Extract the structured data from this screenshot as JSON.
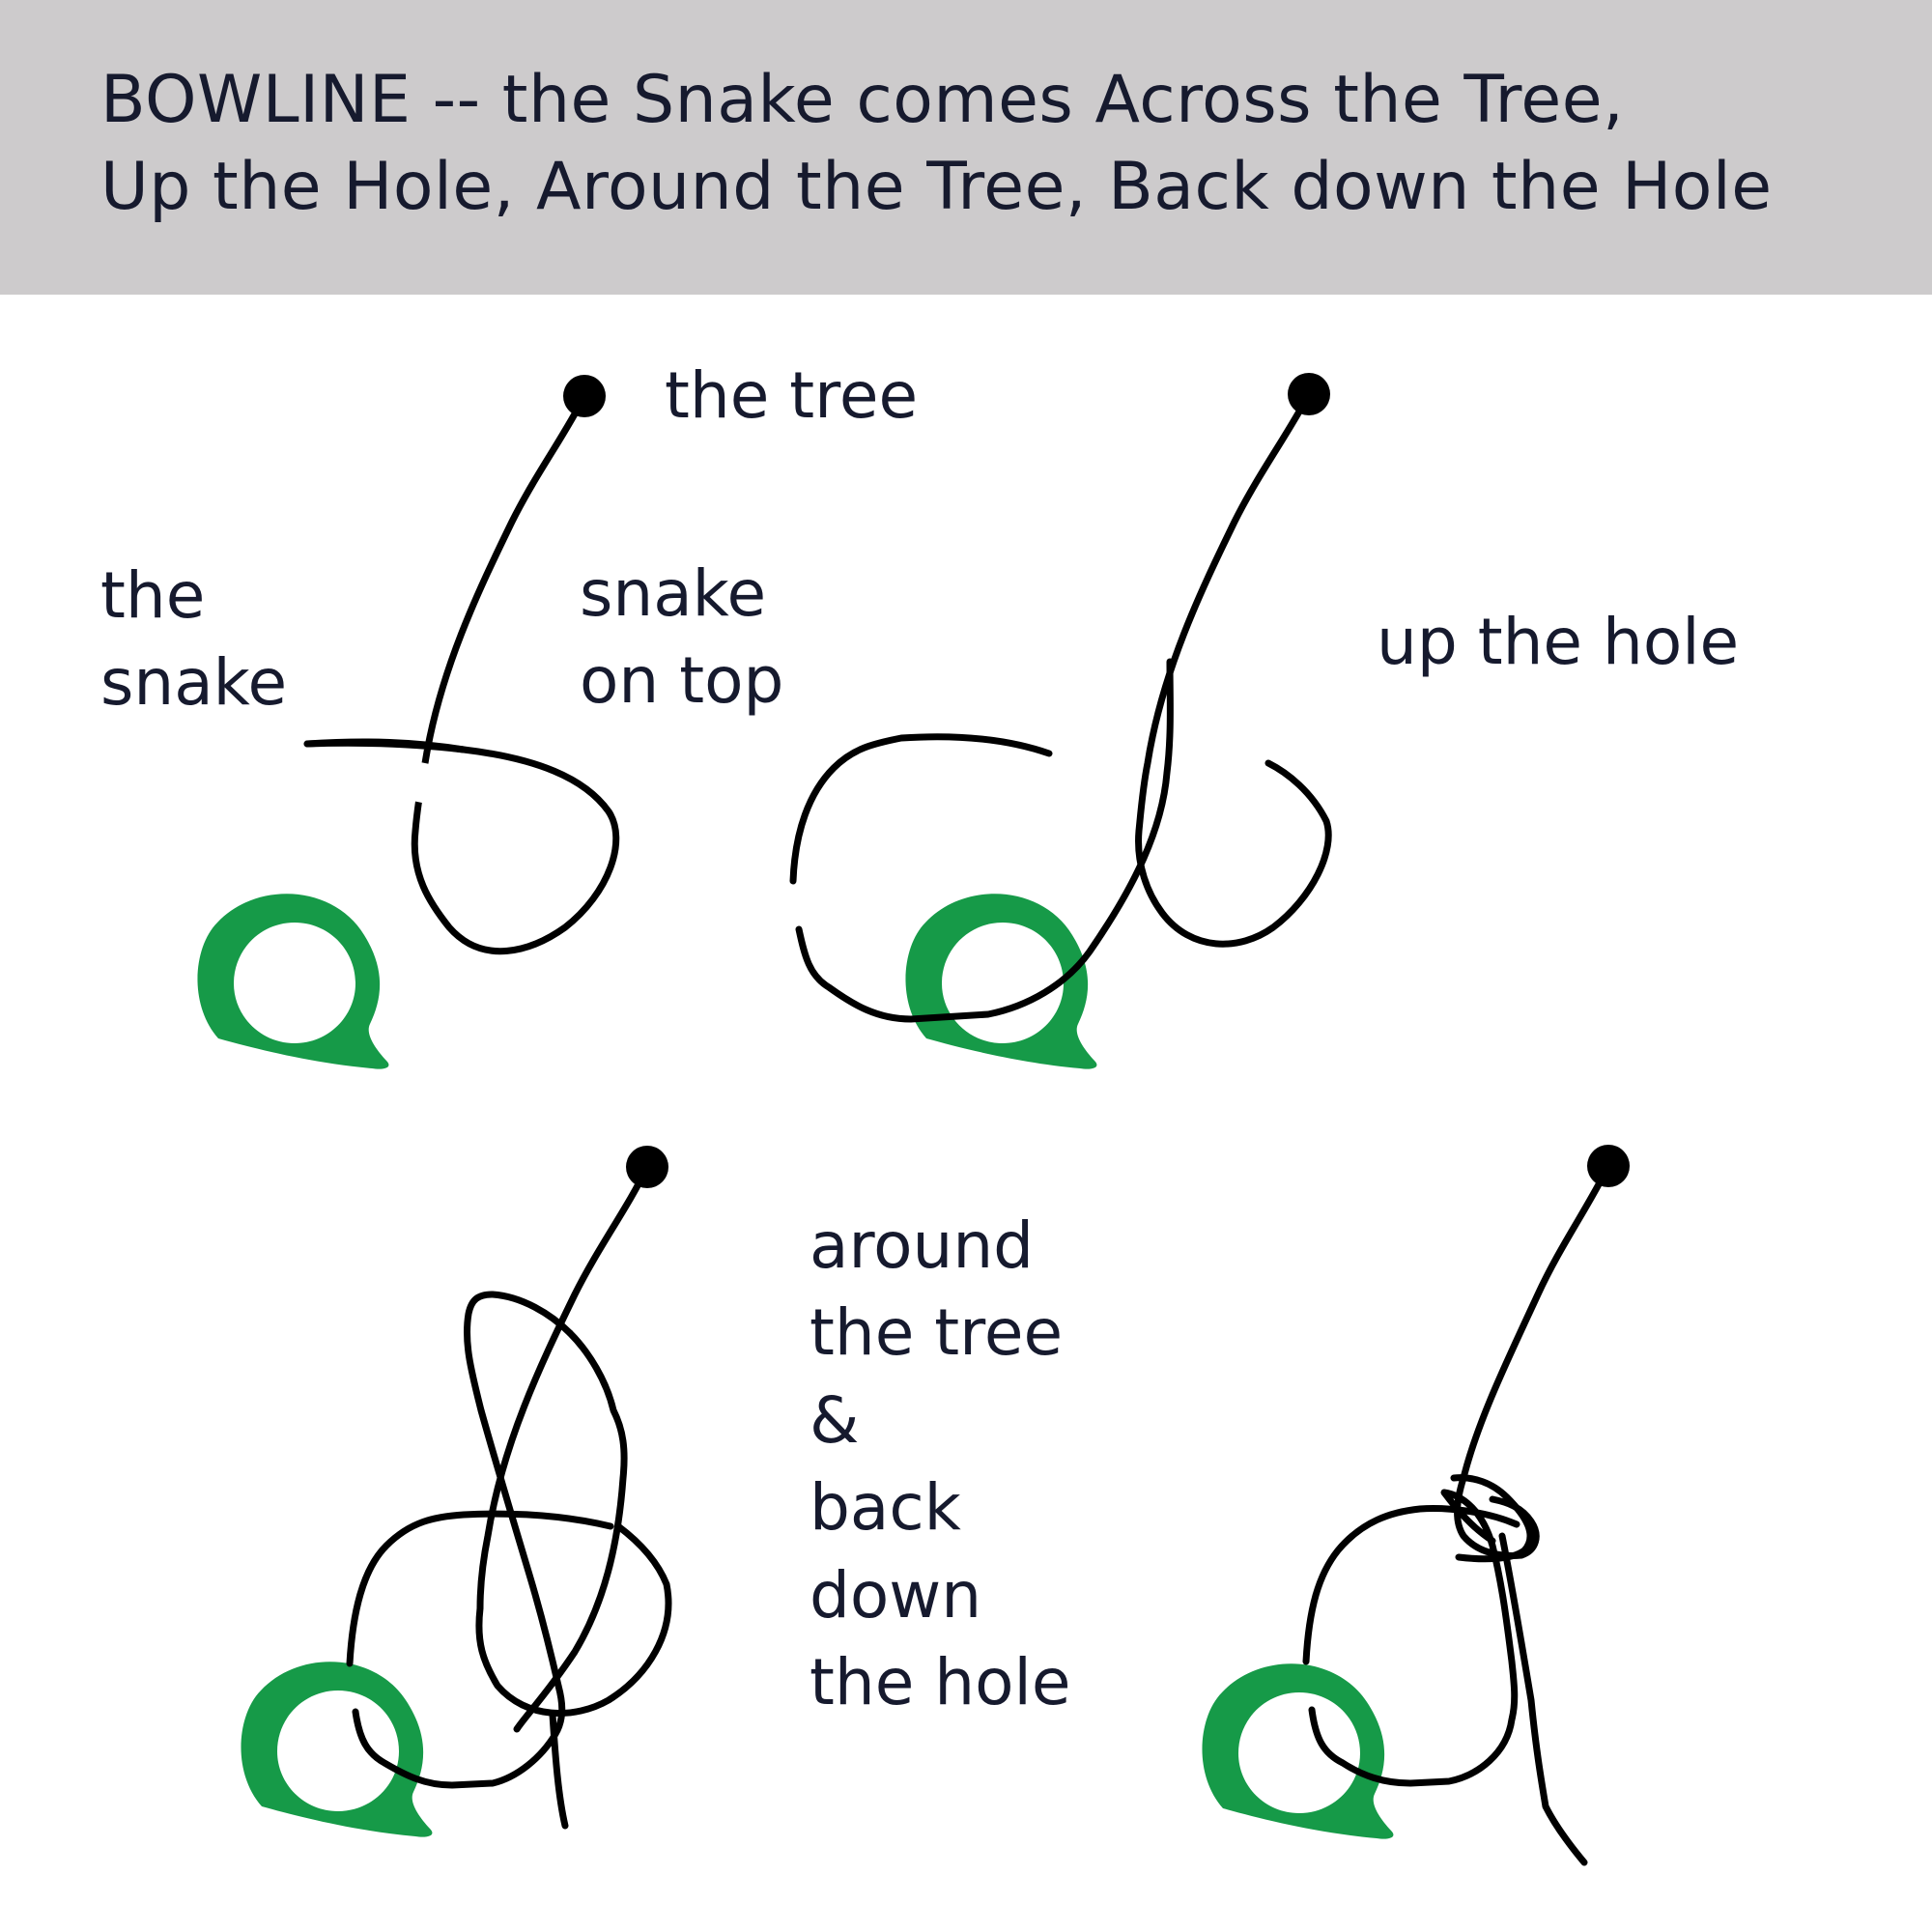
{
  "header": {
    "title_line1": "BOWLINE  --  the Snake comes Across the Tree,",
    "title_line2": "Up the Hole, Around the Tree, Back down the Hole",
    "background": "#cdcbcc"
  },
  "colors": {
    "text": "#161a2e",
    "rope": "#000000",
    "snake": "#169a48"
  },
  "steps": [
    {
      "labels": {
        "tree": "the tree",
        "snake_line1": "the",
        "snake_line2": "snake",
        "ontop_line1": "snake",
        "ontop_line2": "on top"
      }
    },
    {
      "labels": {
        "hole": "up the hole"
      }
    },
    {
      "labels": {
        "line1": "around",
        "line2": "the tree",
        "line3": "&",
        "line4": "back",
        "line5": "down",
        "line6": "the hole"
      }
    },
    {
      "labels": {}
    }
  ],
  "icons": {
    "tree_end": "rope-end-dot-icon",
    "snake_head": "green-snake-coil-icon"
  }
}
